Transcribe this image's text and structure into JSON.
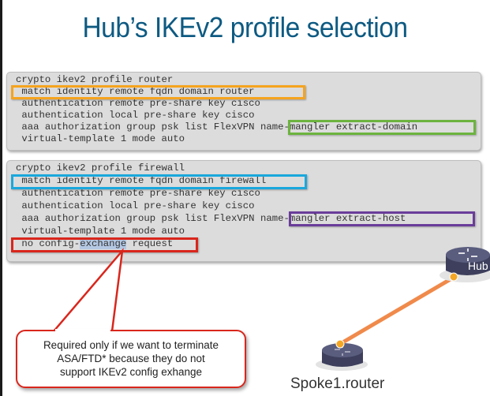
{
  "title": "Hub’s IKEv2 profile selection",
  "profiles": [
    {
      "lines": [
        "crypto ikev2 profile router",
        " match identity remote fqdn domain router",
        " authentication remote pre-share key cisco",
        " authentication local pre-share key cisco",
        " aaa authorization group psk list FlexVPN ",
        " virtual-template 1 mode auto"
      ],
      "mangler": "name-mangler extract-domain",
      "match_highlight_color": "#f5a31e",
      "mangler_highlight_color": "#6cb33f"
    },
    {
      "lines": [
        "crypto ikev2 profile firewall",
        " match identity remote fqdn domain firewall",
        " authentication remote pre-share key cisco",
        " authentication local pre-share key cisco",
        " aaa authorization group psk list FlexVPN ",
        " virtual-template 1 mode auto"
      ],
      "mangler": "name-mangler extract-host",
      "last_line_pre": " no config-",
      "last_line_selected": "exchange",
      "last_line_post": " request",
      "match_highlight_color": "#1aa8dd",
      "mangler_highlight_color": "#6a3d9a",
      "config_highlight_color": "#d9261c"
    }
  ],
  "callout": {
    "lines": [
      "Required only if we want to terminate",
      "ASA/FTD* because they do not",
      "support IKEv2 config exhange"
    ]
  },
  "diagram": {
    "hub_label": "Hub",
    "spoke_label": "Spoke1.router",
    "link_color": "#f08a4b",
    "endpoint_color": "#f5a623"
  }
}
